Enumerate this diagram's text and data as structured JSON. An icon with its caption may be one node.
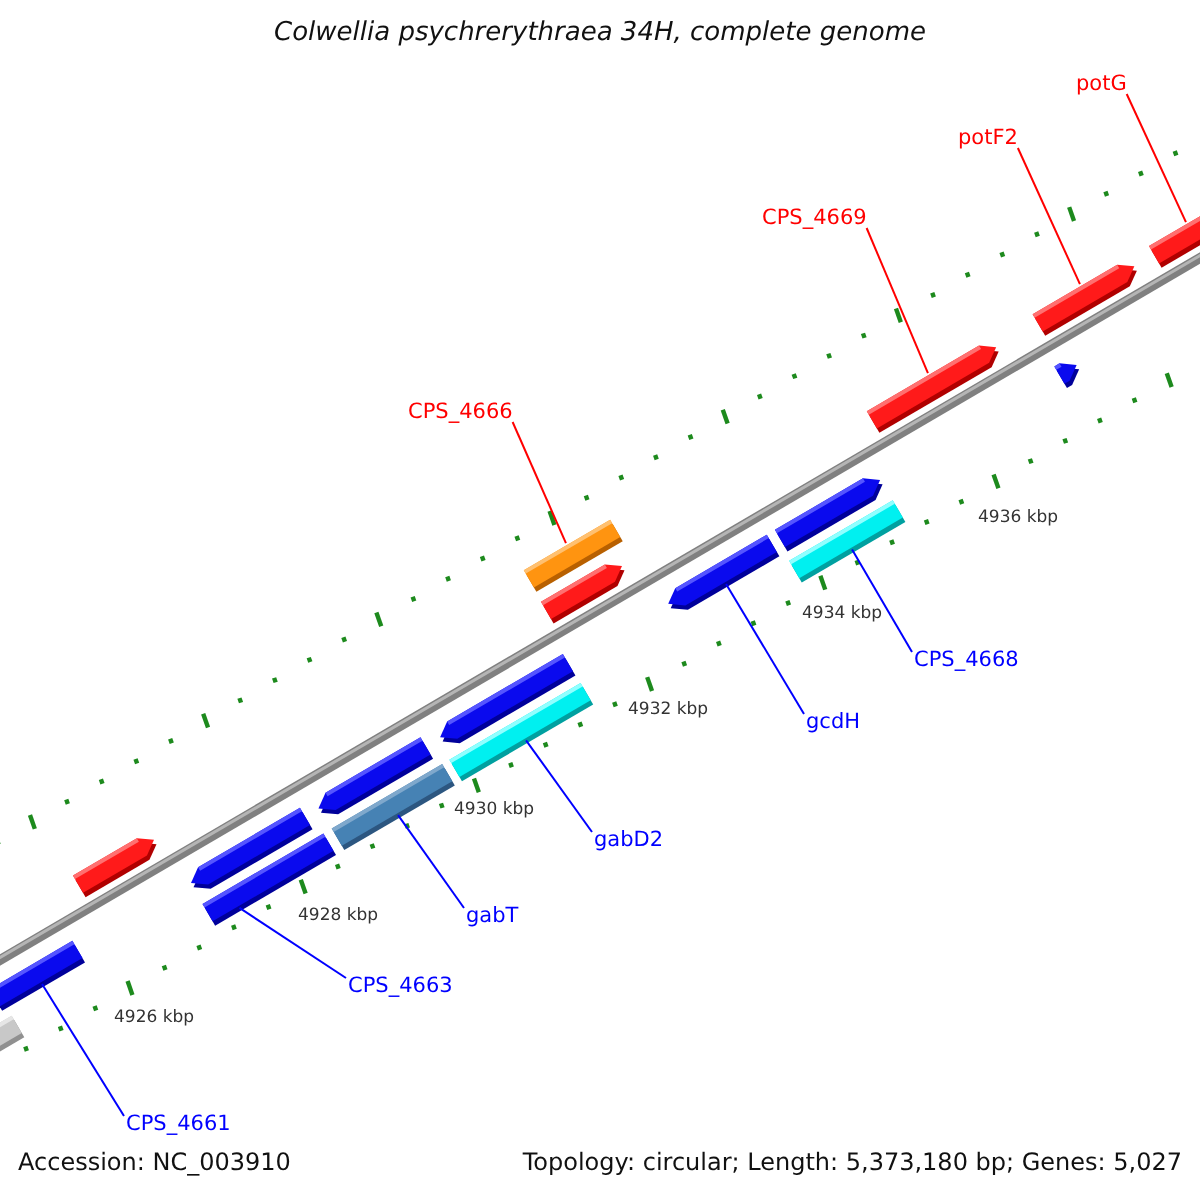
{
  "diagram": {
    "title": "Colwellia psychrerythraea 34H, complete genome",
    "nodes": [
      {
        "text": [
          "potG"
        ]
      },
      {
        "text": [
          "potF2"
        ]
      },
      {
        "text": [
          "CPS_4669"
        ]
      },
      {
        "text": [
          "CPS_4666"
        ]
      },
      {
        "text": [
          "CPS_4668"
        ]
      },
      {
        "text": [
          "gcdH"
        ]
      },
      {
        "text": [
          "gabD2"
        ]
      },
      {
        "text": [
          "gabT"
        ]
      },
      {
        "text": [
          "CPS_4663"
        ]
      },
      {
        "text": [
          "CPS_4661"
        ]
      },
      {
        "text": [],
        "shape": "bar"
      },
      {
        "text": [],
        "shape": "bar"
      },
      {
        "text": [],
        "shape": "bar"
      },
      {
        "text": [],
        "shape": "bar"
      },
      {
        "text": [],
        "shape": "bar"
      },
      {
        "text": [],
        "shape": "bar"
      },
      {
        "text": [],
        "shape": "bar"
      },
      {
        "text": [],
        "shape": "bar"
      },
      {
        "text": [],
        "shape": "bar"
      },
      {
        "text": [],
        "shape": "bar"
      },
      {
        "text": [],
        "shape": "bar"
      },
      {
        "text": [],
        "shape": "bar"
      },
      {
        "text": [],
        "shape": "bar"
      },
      {
        "text": [],
        "shape": "bar"
      },
      {
        "text": [],
        "shape": "bar"
      },
      {
        "text": [],
        "shape": "bar"
      },
      {
        "text": [],
        "shape": "bar"
      },
      {
        "text": [],
        "shape": "bar"
      }
    ],
    "edges": [
      {
        "from": 0,
        "to": 27,
        "arrow": "none",
        "color": "#ff0000"
      },
      {
        "from": 1,
        "to": 26,
        "arrow": "none",
        "color": "#ff0000"
      },
      {
        "from": 2,
        "to": 24,
        "arrow": "none",
        "color": "#ff0000"
      },
      {
        "from": 3,
        "to": 19,
        "arrow": "none",
        "color": "#ff0000"
      },
      {
        "from": 4,
        "to": 23,
        "arrow": "none"
      },
      {
        "from": 5,
        "to": 21,
        "arrow": "none"
      },
      {
        "from": 6,
        "to": 18,
        "arrow": "none"
      },
      {
        "from": 7,
        "to": 16,
        "arrow": "none"
      },
      {
        "from": 8,
        "to": 14,
        "arrow": "none"
      },
      {
        "from": 9,
        "to": 10,
        "arrow": "none"
      }
    ],
    "labels": [
      "4936 kbp",
      "4934 kbp",
      "4932 kbp",
      "4930 kbp",
      "4928 kbp",
      "4926 kbp",
      "Accession: NC_003910",
      "Topology: circular; Length: 5,373,180 bp; Genes: 5,027"
    ]
  }
}
